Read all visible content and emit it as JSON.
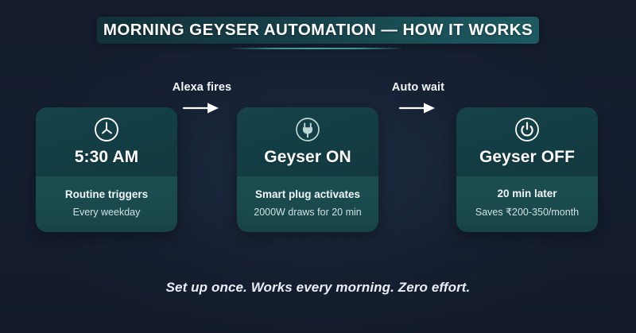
{
  "header": {
    "title": "MORNING GEYSER AUTOMATION — HOW IT WORKS",
    "banner_gradient_from": "#123038",
    "banner_gradient_to": "#1d5a60",
    "underline_color": "#49a0a4"
  },
  "theme": {
    "background": "#141d2e",
    "card_top": "#143d44",
    "card_bottom": "#1a4a4e",
    "text_primary": "#ffffff",
    "text_secondary": "#cfe0e0"
  },
  "steps": [
    {
      "icon": "clock-icon",
      "title": "5:30 AM",
      "line_1": "Routine triggers",
      "line_2": "Every weekday"
    },
    {
      "icon": "plug-icon",
      "title": "Geyser ON",
      "line_1": "Smart plug activates",
      "line_2": "2000W draws for 20 min"
    },
    {
      "icon": "power-icon",
      "title": "Geyser OFF",
      "line_1": "20 min later",
      "line_2": "Saves ₹200-350/month"
    }
  ],
  "connectors": [
    {
      "label": "Alexa fires",
      "icon": "arrow-right-icon"
    },
    {
      "label": "Auto wait",
      "icon": "arrow-right-icon"
    }
  ],
  "footer": {
    "tagline": "Set up once. Works every morning. Zero effort."
  }
}
